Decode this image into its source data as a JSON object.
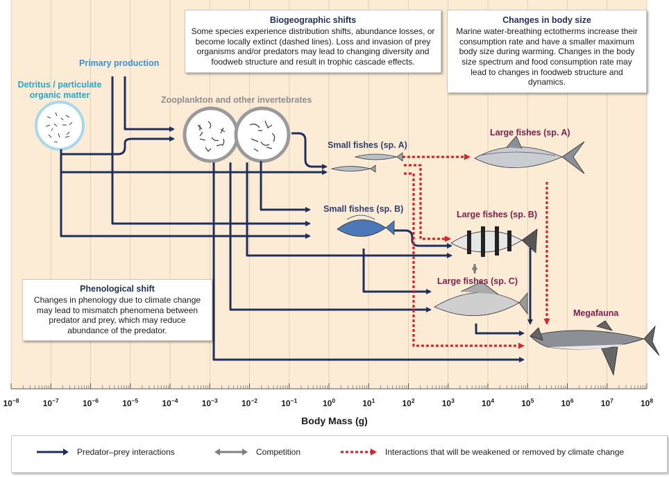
{
  "ticks": [
    "10",
    "10",
    "10",
    "10",
    "10",
    "10",
    "10",
    "10",
    "10",
    "10",
    "10",
    "10",
    "10",
    "10",
    "10",
    "10",
    "10"
  ],
  "exponents": [
    "−8",
    "−7",
    "−6",
    "−5",
    "−4",
    "−3",
    "−2",
    "−1",
    "0",
    "1",
    "2",
    "3",
    "4",
    "5",
    "6",
    "7",
    "8"
  ],
  "x_axis_label": "Body Mass (g)",
  "organisms": {
    "detritus": "Detritus / particulate organic matter",
    "primary": "Primary production",
    "zooplankton": "Zooplankton and other invertebrates",
    "small_a": "Small fishes (sp. A)",
    "small_b": "Small fishes (sp. B)",
    "large_a": "Large fishes (sp. A)",
    "large_b": "Large fishes (sp. B)",
    "large_c": "Large fishes (sp. C)",
    "megafauna": "Megafauna"
  },
  "boxes": {
    "biogeo": {
      "title": "Biogeographic shifts",
      "body": "Some species experience distribution shifts, abundance losses, or become locally extinct (dashed lines). Loss and invasion of prey organisms and/or predators may lead to changing diversity and foodweb structure and result in trophic cascade effects."
    },
    "bodysize": {
      "title": "Changes in body size",
      "body": "Marine water-breathing ectotherms increase their consumption rate and have a  smaller maximum body size during warming. Changes in the body size spectrum and food consumption rate may lead to changes in foodweb structure and dynamics."
    },
    "pheno": {
      "title": "Phenological shift",
      "body": "Changes in phenology due to climate change may lead to mismatch phenomena between predator and prey, which may reduce abundance of the predator."
    }
  },
  "legend": {
    "predator_prey": "Predator–prey interactions",
    "competition": "Competition",
    "weakened": "Interactions that will be weakened or removed by climate change"
  },
  "colors": {
    "navy": "#1f2f5c",
    "red": "#d9262e",
    "grey": "#808080",
    "bg": "#fcecd5"
  }
}
